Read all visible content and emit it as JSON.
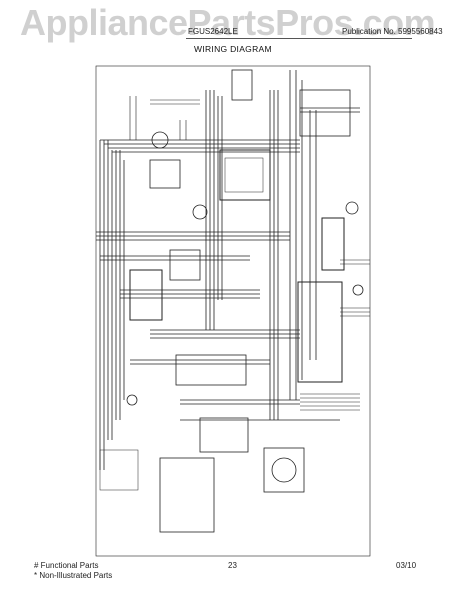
{
  "watermark": "AppliancePartsPros.com",
  "header": {
    "model_line": "FGUS2642LE",
    "publication": "Publication No. 5995560843"
  },
  "title": "WIRING DIAGRAM",
  "footer": {
    "functional_parts": "# Functional Parts",
    "non_illustrated_parts": "* Non-Illustrated Parts",
    "page_number": "23",
    "date": "03/10"
  }
}
